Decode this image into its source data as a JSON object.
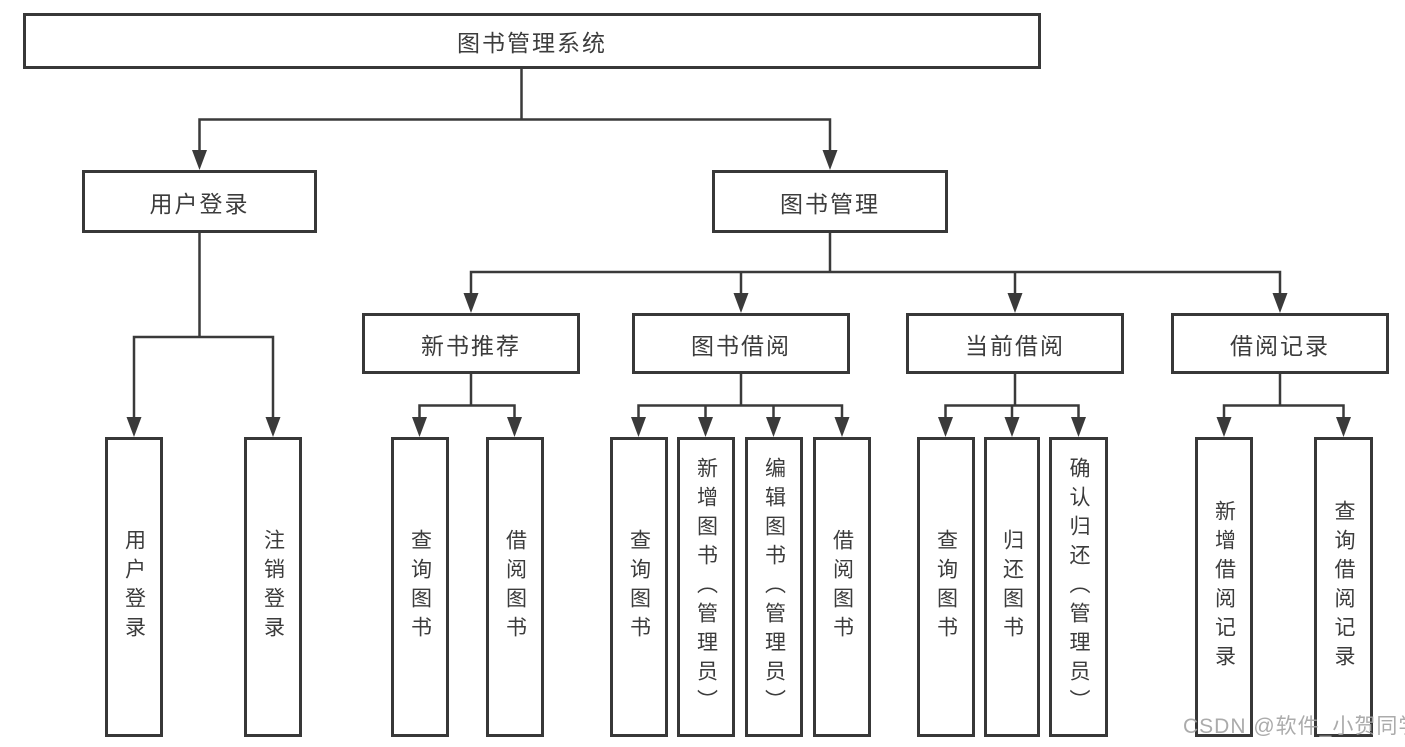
{
  "tree": {
    "root": {
      "label": "图书管理系统",
      "children": [
        {
          "label": "用户登录",
          "children": [
            {
              "label": "用户登录"
            },
            {
              "label": "注销登录"
            }
          ]
        },
        {
          "label": "图书管理",
          "children": [
            {
              "label": "新书推荐",
              "children": [
                {
                  "label": "查询图书"
                },
                {
                  "label": "借阅图书"
                }
              ]
            },
            {
              "label": "图书借阅",
              "children": [
                {
                  "label": "查询图书"
                },
                {
                  "label": "新增图书（管理员）"
                },
                {
                  "label": "编辑图书（管理员）"
                },
                {
                  "label": "借阅图书"
                }
              ]
            },
            {
              "label": "当前借阅",
              "children": [
                {
                  "label": "查询图书"
                },
                {
                  "label": "归还图书"
                },
                {
                  "label": "确认归还（管理员）"
                }
              ]
            },
            {
              "label": "借阅记录",
              "children": [
                {
                  "label": "新增借阅记录"
                },
                {
                  "label": "查询借阅记录"
                }
              ]
            }
          ]
        }
      ]
    }
  },
  "watermark": {
    "text": "CSDN @软件_小贺同学"
  },
  "colors": {
    "line": "#3a3a3a",
    "box_border": "#383838",
    "text": "#3c3c3c",
    "canvas": "#ffffff",
    "watermark": "#a4a4a4"
  }
}
